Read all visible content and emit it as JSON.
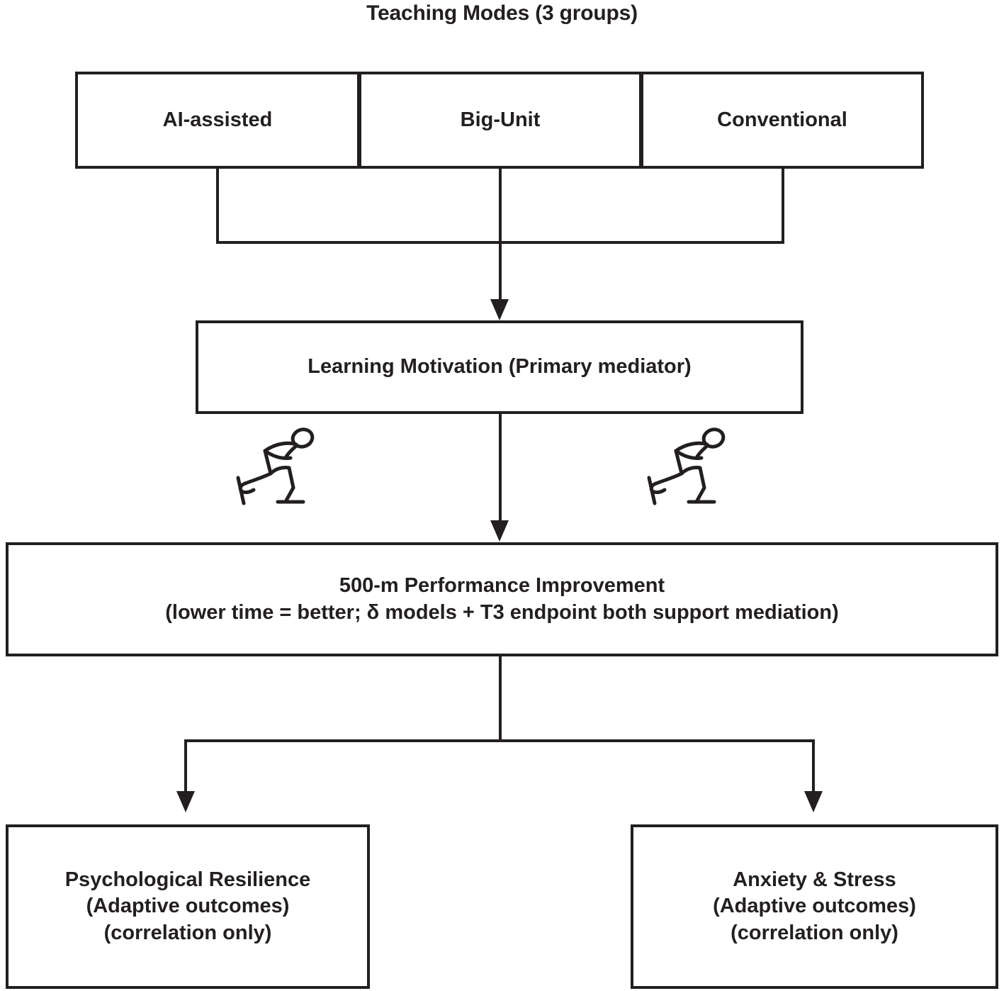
{
  "diagram": {
    "title": "Teaching Modes (3 groups)",
    "groups": [
      {
        "label": "AI-assisted"
      },
      {
        "label": "Big-Unit"
      },
      {
        "label": "Conventional"
      }
    ],
    "mediator": {
      "label": "Learning Motivation (Primary mediator)"
    },
    "outcome": {
      "line1": "500-m Performance Improvement",
      "line2": "(lower time = better; δ models + T3 endpoint both support mediation)"
    },
    "adaptive_outcomes": [
      {
        "line1": "Psychological Resilience",
        "line2": "(Adaptive outcomes)",
        "line3": "(correlation only)"
      },
      {
        "line1": "Anxiety & Stress",
        "line2": "(Adaptive outcomes)",
        "line3": "(correlation only)"
      }
    ],
    "icons": [
      {
        "name": "speed-skater-icon"
      },
      {
        "name": "speed-skater-icon"
      }
    ],
    "colors": {
      "stroke": "#231f20",
      "background": "#ffffff",
      "text": "#231f20"
    }
  }
}
